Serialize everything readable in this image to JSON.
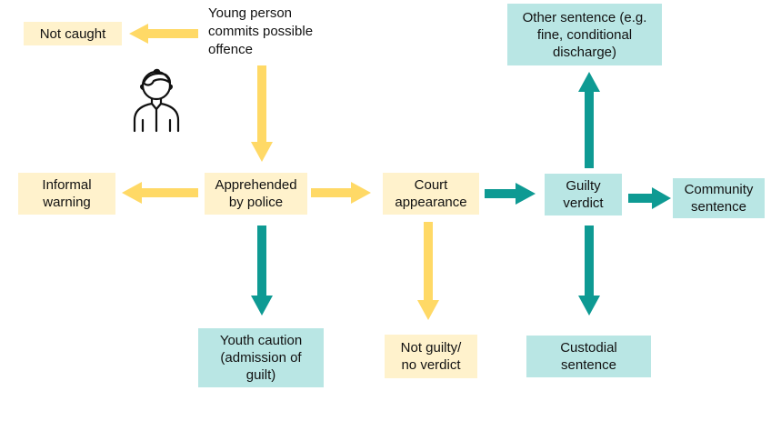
{
  "nodes": {
    "start": "Young person\ncommits possible\noffence",
    "not_caught": "Not caught",
    "informal_warning": "Informal\nwarning",
    "apprehended": "Apprehended\nby police",
    "court": "Court\nappearance",
    "guilty": "Guilty\nverdict",
    "community": "Community\nsentence",
    "other_sentence": "Other sentence (e.g.\nfine, conditional\ndischarge)",
    "youth_caution": "Youth caution\n(admission of\nguilt)",
    "not_guilty": "Not guilty/\nno verdict",
    "custodial": "Custodial\nsentence"
  },
  "icons": {
    "person": "young-person-icon"
  },
  "colors": {
    "cream_box": "#fff2cc",
    "teal_box": "#b9e6e4",
    "yellow_arrow": "#ffd966",
    "teal_arrow": "#0e9a93"
  }
}
